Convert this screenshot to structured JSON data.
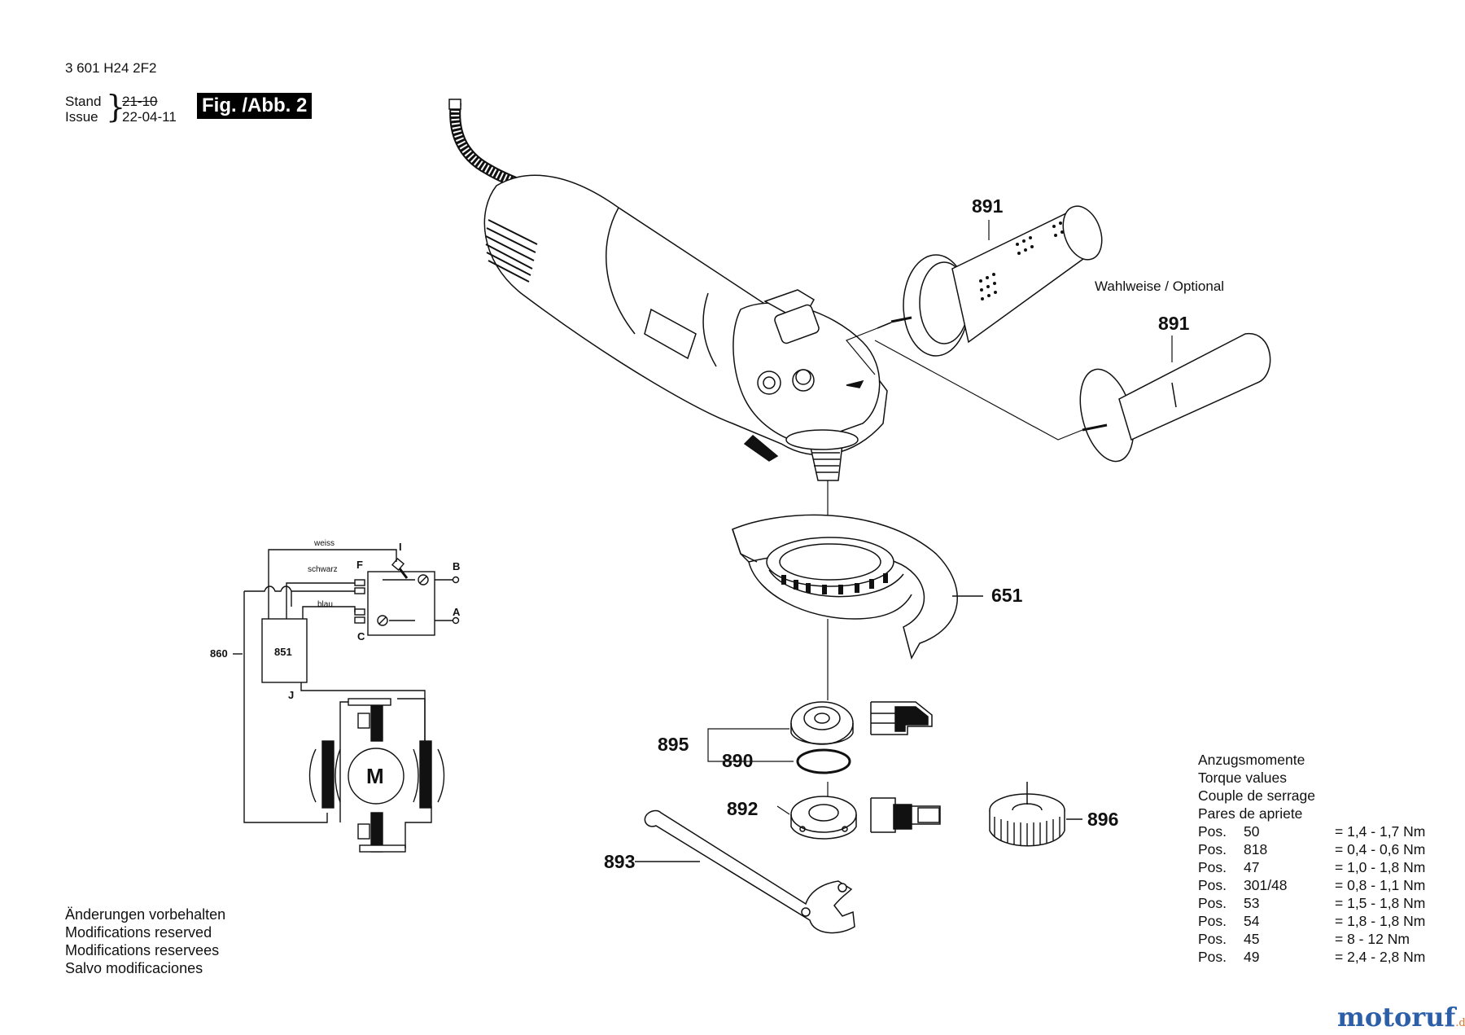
{
  "header": {
    "part_number": "3 601 H24 2F2",
    "stand_label": "Stand",
    "issue_label": "Issue",
    "stand_date": "21-10",
    "issue_date": "22-04-11",
    "figure_label": "Fig. /Abb. 2"
  },
  "optional_label": "Wahlweise / Optional",
  "parts": {
    "p891_top": "891",
    "p891_mid": "891",
    "p651": "651",
    "p895": "895",
    "p890": "890",
    "p892": "892",
    "p893": "893",
    "p896": "896"
  },
  "wiring": {
    "wire_white": "weiss",
    "wire_black": "schwarz",
    "wire_blue": "blau",
    "term_I": "I",
    "term_F": "F",
    "term_B": "B",
    "term_A": "A",
    "term_C": "C",
    "term_J": "J",
    "ref_860": "860",
    "ref_851": "851",
    "motor": "M"
  },
  "torque": {
    "title_de": "Anzugsmomente",
    "title_en": "Torque values",
    "title_fr": "Couple de serrage",
    "title_es": "Pares de apriete",
    "rows": [
      {
        "pos": "Pos.",
        "num": "50",
        "val": "= 1,4 - 1,7 Nm"
      },
      {
        "pos": "Pos.",
        "num": "818",
        "val": "= 0,4 - 0,6 Nm"
      },
      {
        "pos": "Pos.",
        "num": "47",
        "val": "= 1,0 - 1,8 Nm"
      },
      {
        "pos": "Pos.",
        "num": "301/48",
        "val": "= 0,8 - 1,1 Nm"
      },
      {
        "pos": "Pos.",
        "num": "53",
        "val": "= 1,5 - 1,8 Nm"
      },
      {
        "pos": "Pos.",
        "num": "54",
        "val": "= 1,8 - 1,8 Nm"
      },
      {
        "pos": "Pos.",
        "num": "45",
        "val": "= 8 - 12 Nm"
      },
      {
        "pos": "Pos.",
        "num": "49",
        "val": "= 2,4 - 2,8 Nm"
      }
    ]
  },
  "notes": {
    "de": "Änderungen vorbehalten",
    "en": "Modifications reserved",
    "fr": "Modifications reservees",
    "es": "Salvo modificaciones"
  },
  "watermark": {
    "name": "motoruf",
    "tld": ".de"
  },
  "colors": {
    "watermark_main": "#2d5fa8",
    "watermark_accent": "#e0742b"
  }
}
